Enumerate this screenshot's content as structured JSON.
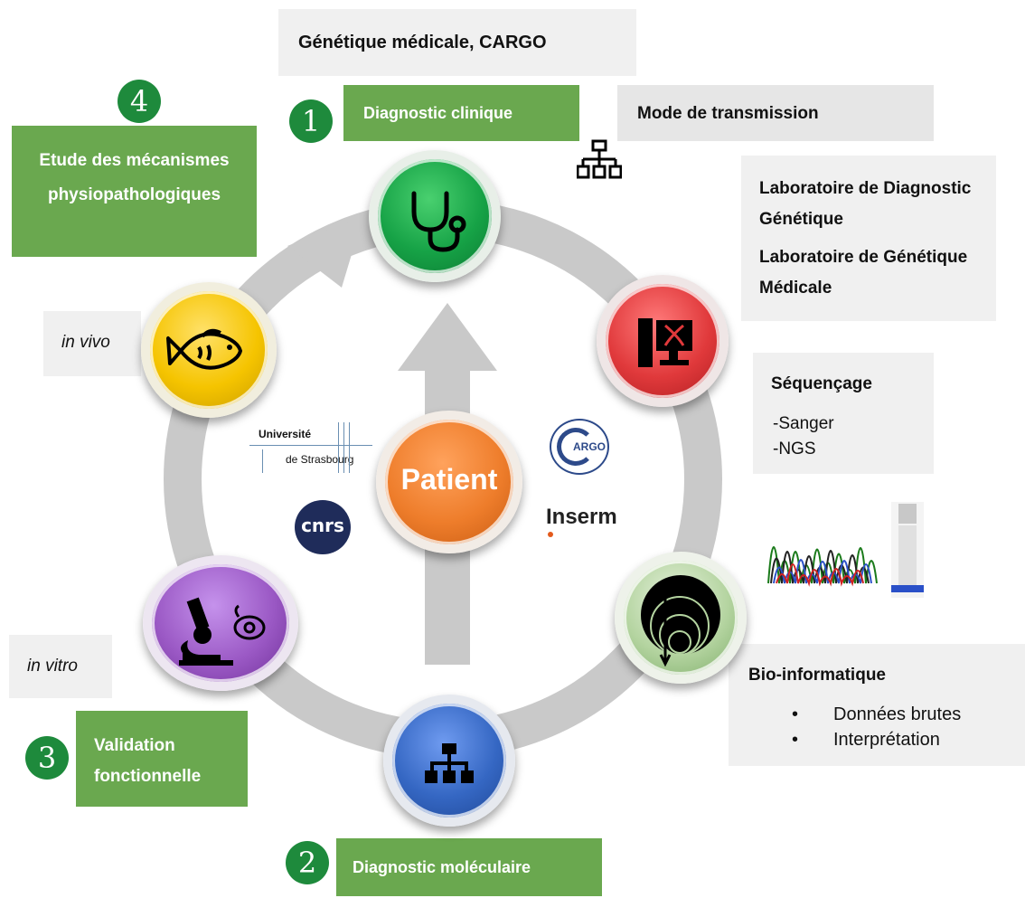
{
  "header": {
    "title": "Génétique médicale, CARGO"
  },
  "steps": {
    "step1": {
      "number": "1",
      "label": "Diagnostic clinique"
    },
    "step2": {
      "number": "2",
      "label": "Diagnostic moléculaire"
    },
    "step3": {
      "number": "3",
      "label": "Validation fonctionnelle"
    },
    "step4": {
      "number": "4",
      "label": "Etude des mécanismes physiopathologiques"
    }
  },
  "boxes": {
    "transmission": "Mode de transmission",
    "lab1": "Laboratoire de Diagnostic Génétique",
    "lab2": "Laboratoire de Génétique Médicale",
    "sequencing_title": "Séquençage",
    "sequencing_items": [
      "-Sanger",
      "-NGS"
    ],
    "bioinfo_title": "Bio-informatique",
    "bioinfo_items": [
      "Données brutes",
      "Interprétation"
    ],
    "in_vivo": "in vivo",
    "in_vitro": "in vitro"
  },
  "center": {
    "label": "Patient"
  },
  "logos": {
    "unistra_line1": "Université",
    "unistra_line2": "de Strasbourg",
    "cnrs": "cnrs",
    "cargo": "ARGO",
    "inserm": "Inserm"
  },
  "icons": {
    "clinic": "stethoscope-icon",
    "lab": "computer-dna-icon",
    "bioinfo": "data-rings-icon",
    "molecular": "pedigree-icon",
    "functional": "microscope-cell-icon",
    "vivo": "fish-icon",
    "transmission": "pedigree-icon"
  },
  "colors": {
    "green_box": "#6aa84f",
    "number_green": "#1e8a3c",
    "ring": "#c8c8c8",
    "clinic": "#19a84a",
    "lab": "#e0393b",
    "bioinfo": "#b9d7a8",
    "molecular": "#3567c3",
    "functional": "#9b59c5",
    "vivo": "#f5c400",
    "patient": "#ee7d2b"
  }
}
